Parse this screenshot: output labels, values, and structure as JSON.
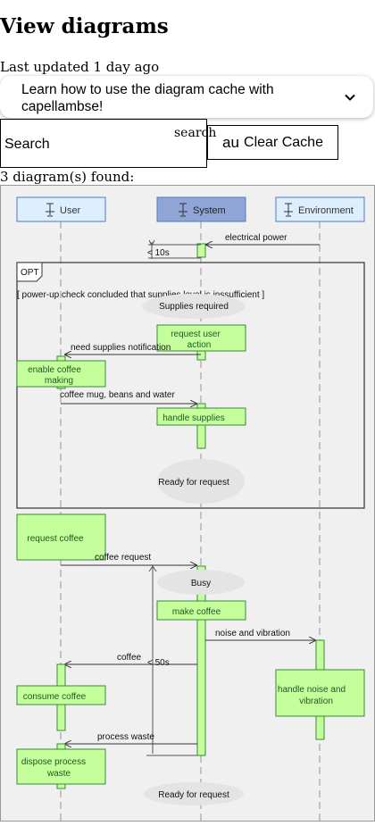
{
  "page": {
    "title": "View diagrams",
    "last_updated": "Last updated 1 day ago"
  },
  "banner": {
    "text": "Learn how to use the diagram cache with capellambse!",
    "chevron_icon": "chevron-down-icon"
  },
  "search": {
    "label": "search",
    "placeholder": "Search",
    "value": "",
    "auto_text": "au",
    "clear_label": "Clear Cache"
  },
  "results": {
    "count_text": "3 diagram(s) found:"
  },
  "diagram": {
    "colors": {
      "lifeline_fill": "#ddeeff",
      "lifeline_border": "#4f7bc0",
      "selected_fill": "#8fa6d6",
      "activation_fill": "#c4ff9c",
      "activation_border": "#3a8a3a",
      "state_fill": "#e4e4e4",
      "background": "#f0f0f0"
    },
    "lifelines": [
      "User",
      "System",
      "Environment"
    ],
    "selected_lifeline": "System",
    "messages": {
      "electrical_power": "electrical power",
      "need_supplies": "need supplies notification",
      "coffee_mug": "coffee mug, beans and water",
      "coffee_request": "coffee request",
      "noise_vibration": "noise and vibration",
      "coffee": "coffee",
      "process_waste": "process waste"
    },
    "constraints": {
      "c10s": "< 10s",
      "c50s": "< 50s"
    },
    "fragment": {
      "operator": "OPT",
      "guard": "[ power-up check concluded that supplies level is inssufficient ]"
    },
    "states": {
      "supplies_required": "Supplies required",
      "ready1": "Ready for request",
      "busy": "Busy",
      "ready2": "Ready for request"
    },
    "functions": {
      "request_user_action": [
        "request user",
        "action"
      ],
      "enable_coffee": [
        "enable coffee",
        "making"
      ],
      "handle_supplies": "handle supplies",
      "request_coffee": "request coffee",
      "make_coffee": "make coffee",
      "consume_coffee": "consume coffee",
      "handle_noise": [
        "handle noise and",
        "vibration"
      ],
      "dispose_waste": [
        "dispose process",
        "waste"
      ]
    }
  }
}
